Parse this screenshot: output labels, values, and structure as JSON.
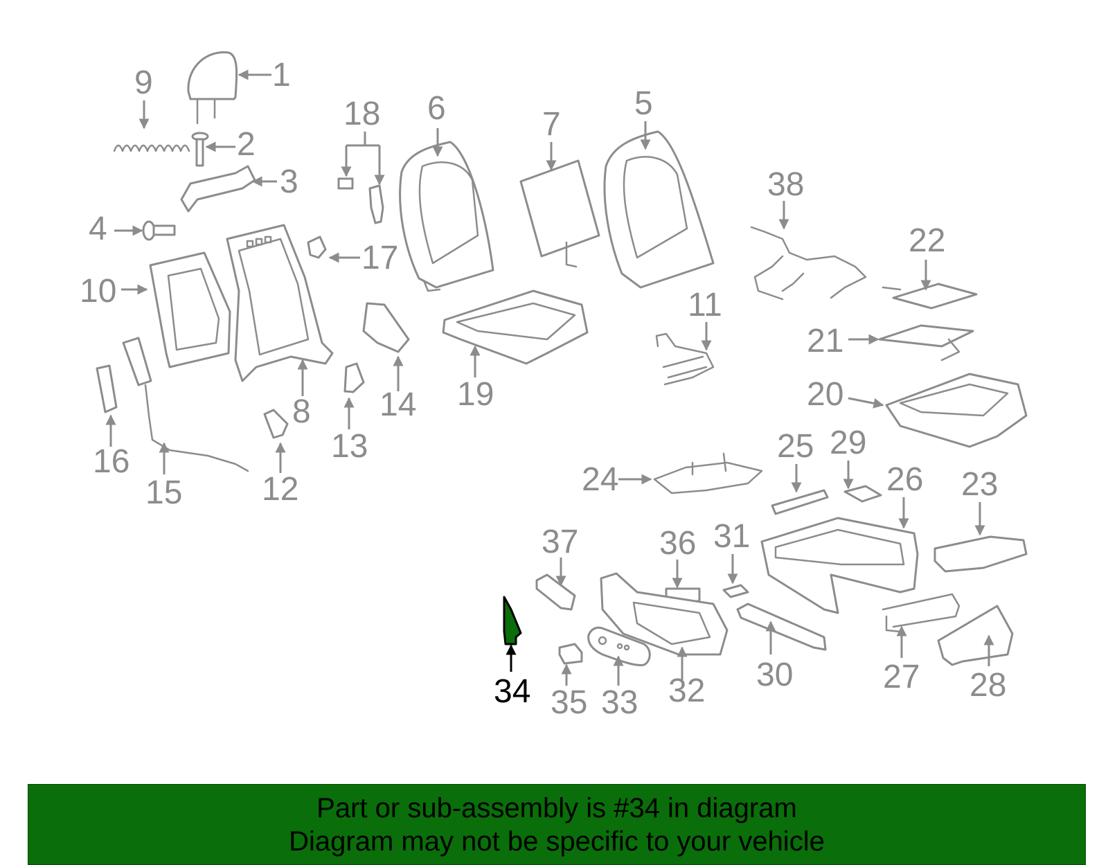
{
  "diagram": {
    "highlighted_callout": "34",
    "colors": {
      "outline": "#8c8c8c",
      "highlight_fill": "#0a6e0a",
      "highlight_text": "#000000",
      "banner_bg": "#0a6e0a"
    },
    "callouts": [
      "1",
      "2",
      "3",
      "4",
      "5",
      "6",
      "7",
      "8",
      "9",
      "10",
      "11",
      "12",
      "13",
      "14",
      "15",
      "16",
      "17",
      "18",
      "19",
      "20",
      "21",
      "22",
      "23",
      "24",
      "25",
      "26",
      "27",
      "28",
      "29",
      "30",
      "31",
      "32",
      "33",
      "34",
      "35",
      "36",
      "37",
      "38"
    ]
  },
  "banner": {
    "line1": "Part or sub-assembly is #34 in diagram",
    "line2": "Diagram may not be specific to your vehicle"
  }
}
